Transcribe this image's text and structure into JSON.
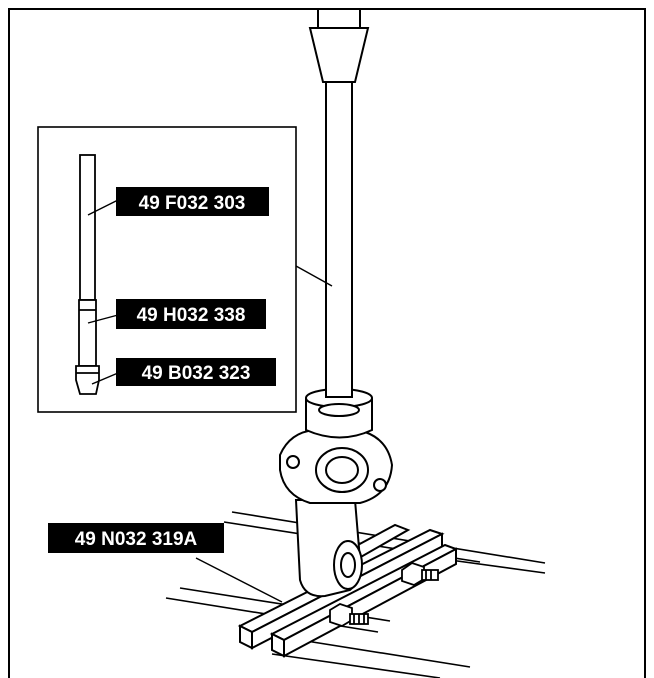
{
  "figure": {
    "labels": {
      "tool_303": "49 F032 303",
      "tool_338": "49 H032 338",
      "tool_323": "49 B032 323",
      "tool_319a": "49 N032 319A"
    },
    "colors": {
      "line": "#000000",
      "background": "#ffffff",
      "label_fill": "#000000",
      "label_text": "#ffffff"
    }
  }
}
